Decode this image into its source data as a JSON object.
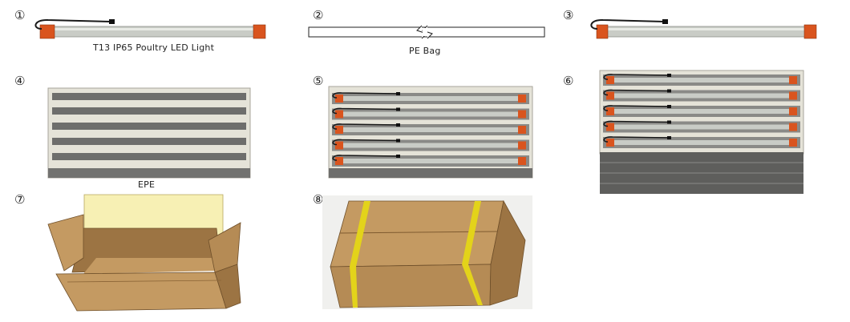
{
  "steps": [
    {
      "number": "①",
      "caption": "T13 IP65 Poultry LED Light"
    },
    {
      "number": "②",
      "caption": "PE Bag"
    },
    {
      "number": "③",
      "caption": ""
    },
    {
      "number": "④",
      "caption": "EPE"
    },
    {
      "number": "⑤",
      "caption": ""
    },
    {
      "number": "⑥",
      "caption": ""
    },
    {
      "number": "⑦",
      "caption": ""
    },
    {
      "number": "⑧",
      "caption": ""
    }
  ],
  "colors": {
    "end_cap": "#d9541e",
    "tube": "#c9ccc6",
    "foam": "#e5e3d8",
    "foam_slot": "#6e6e6c",
    "carton": "#c49a62",
    "carton_dark": "#9c7443",
    "carton_inner": "#f7f0b4",
    "strap": "#e3d31a"
  }
}
